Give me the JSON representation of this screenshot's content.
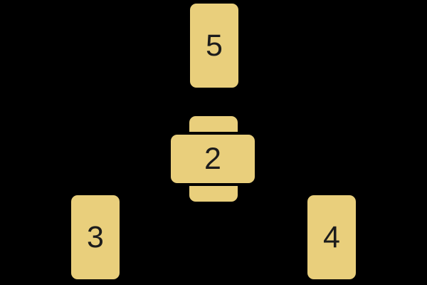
{
  "colors": {
    "background": "#000000",
    "card": "#E9CF7C",
    "label": "#1C1C1C"
  },
  "spread": {
    "cards": [
      {
        "position": "top-center",
        "label": "5"
      },
      {
        "position": "center-behind",
        "label": ""
      },
      {
        "position": "center-front",
        "label": "2"
      },
      {
        "position": "bottom-left",
        "label": "3"
      },
      {
        "position": "bottom-right",
        "label": "4"
      }
    ]
  }
}
